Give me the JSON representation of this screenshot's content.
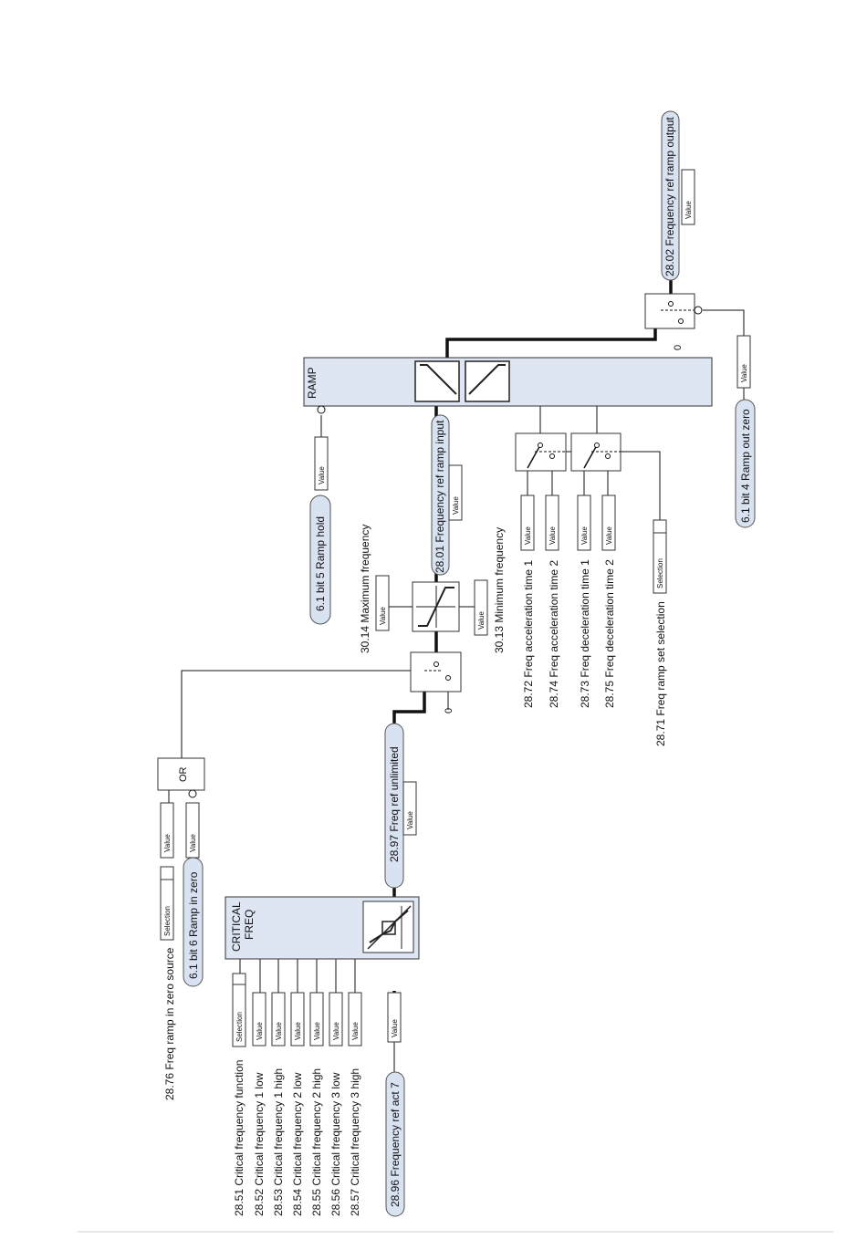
{
  "blocks": {
    "critical": [
      "CRITICAL",
      "FREQ"
    ],
    "ramp": "RAMP",
    "or": "OR"
  },
  "pills": {
    "p2896": "28.96 Frequency ref act 7",
    "p2897": "28.97 Freq ref unlimited",
    "p2801": "28.01 Frequency ref ramp input",
    "p2802": "28.02 Frequency ref ramp output",
    "p61b6": "6.1 bit 6 Ramp in zero",
    "p61b5": "6.1 bit 5 Ramp hold",
    "p61b4": "6.1 bit 4 Ramp out zero"
  },
  "params": {
    "p2851": "28.51 Critical frequency function",
    "p2852": "28.52 Critical frequency 1 low",
    "p2853": "28.53 Critical frequency 1 high",
    "p2854": "28.54 Critical frequency 2 low",
    "p2855": "28.55 Critical frequency 2 high",
    "p2856": "28.56 Critical frequency 3 low",
    "p2857": "28.57 Critical frequency 3 high",
    "p2876": "28.76 Freq ramp in zero source",
    "p3014": "30.14 Maximum frequency",
    "p3013": "30.13 Minimum frequency",
    "p2872": "28.72 Freq acceleration time 1",
    "p2874": "28.74 Freq acceleration time 2",
    "p2873": "28.73 Freq deceleration time 1",
    "p2875": "28.75 Freq deceleration time 2",
    "p2871": "28.71 Freq ramp set selection"
  },
  "tags": {
    "value": "Value",
    "selection": "Selection"
  },
  "constants": {
    "zero": "0"
  },
  "colors": {
    "block_fill": "#dde6f2",
    "pill_fill": "#d8e2f0"
  }
}
